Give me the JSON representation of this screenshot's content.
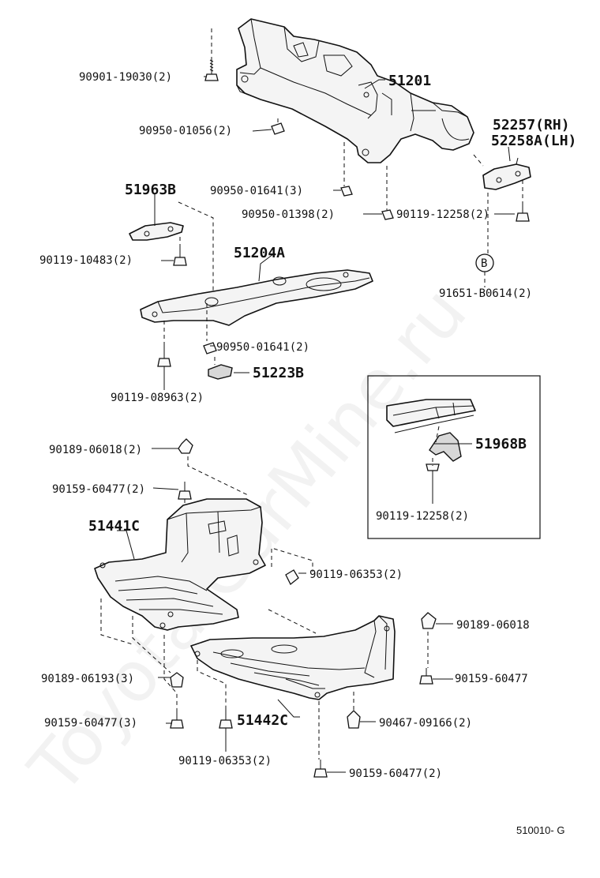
{
  "watermark": "Toyota-CarMine.ru",
  "diagram_code": "510010- G",
  "labels": {
    "p51201": "51201",
    "p52257": "52257(RH)",
    "p52258": "52258A(LH)",
    "p51963": "51963B",
    "p51204": "51204A",
    "p51223": "51223B",
    "p51968": "51968B",
    "p51441": "51441C",
    "p51442": "51442C",
    "b90901": "90901-19030(2)",
    "n90950_01056": "90950-01056(2)",
    "n90950_01641a": "90950-01641(3)",
    "n90950_01398": "90950-01398(2)",
    "b90119_12258a": "90119-12258(2)",
    "b90119_10483": "90119-10483(2)",
    "ref_b": "B",
    "c91651": "91651-B0614(2)",
    "n90950_01641b": "90950-01641(2)",
    "b90119_08963": "90119-08963(2)",
    "c90189_06018a": "90189-06018(2)",
    "b90159_60477a": "90159-60477(2)",
    "b90119_12258b": "90119-12258(2)",
    "b90119_06353a": "90119-06353(2)",
    "c90189_06018b": "90189-06018",
    "c90189_06193": "90189-06193(3)",
    "b90159_60477b": "90159-60477",
    "b90159_60477c": "90159-60477(3)",
    "c90467": "90467-09166(2)",
    "b90119_06353b": "90119-06353(2)",
    "b90159_60477d": "90159-60477(2)"
  }
}
